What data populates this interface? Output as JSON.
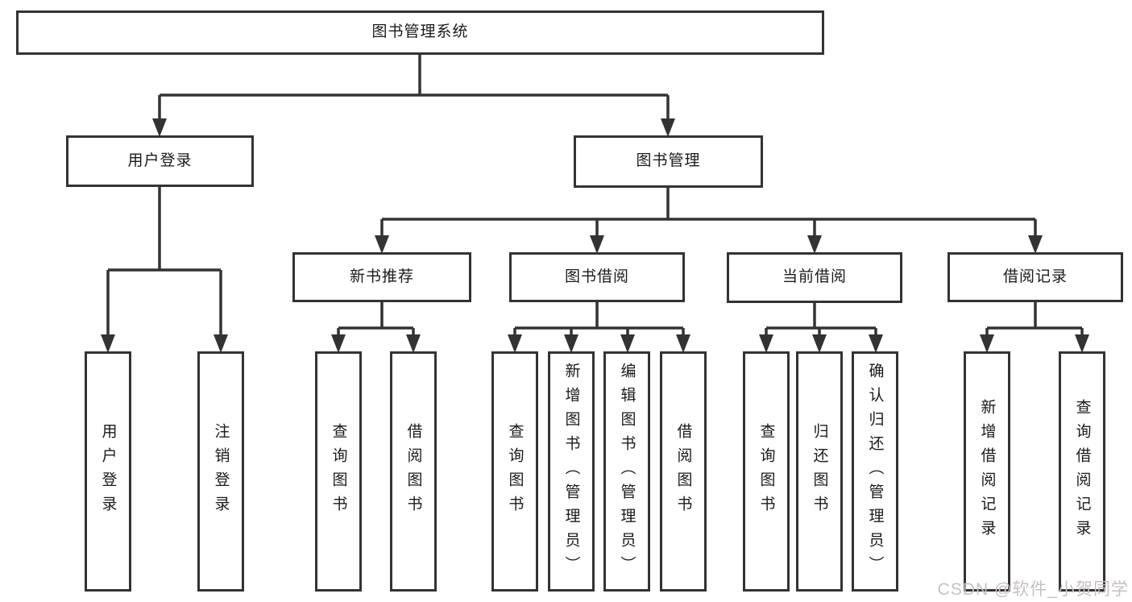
{
  "tree": {
    "label": "图书管理系统",
    "children": [
      {
        "label": "用户登录",
        "children": [
          {
            "label": "用户登录"
          },
          {
            "label": "注销登录"
          }
        ]
      },
      {
        "label": "图书管理",
        "children": [
          {
            "label": "新书推荐",
            "children": [
              {
                "label": "查询图书"
              },
              {
                "label": "借阅图书"
              }
            ]
          },
          {
            "label": "图书借阅",
            "children": [
              {
                "label": "查询图书"
              },
              {
                "label": "新增图书（管理员）"
              },
              {
                "label": "编辑图书（管理员）"
              },
              {
                "label": "借阅图书"
              }
            ]
          },
          {
            "label": "当前借阅",
            "children": [
              {
                "label": "查询图书"
              },
              {
                "label": "归还图书"
              },
              {
                "label": "确认归还（管理员）"
              }
            ]
          },
          {
            "label": "借阅记录",
            "children": [
              {
                "label": "新增借阅记录"
              },
              {
                "label": "查询借阅记录"
              }
            ]
          }
        ]
      }
    ]
  },
  "watermark": {
    "text": "CSDN @软件_小贺同学"
  },
  "colors": {
    "line": "#333333",
    "box_border": "#333333",
    "text": "#1a1a1a",
    "watermark": "#c8bfbf",
    "background": "#ffffff"
  }
}
